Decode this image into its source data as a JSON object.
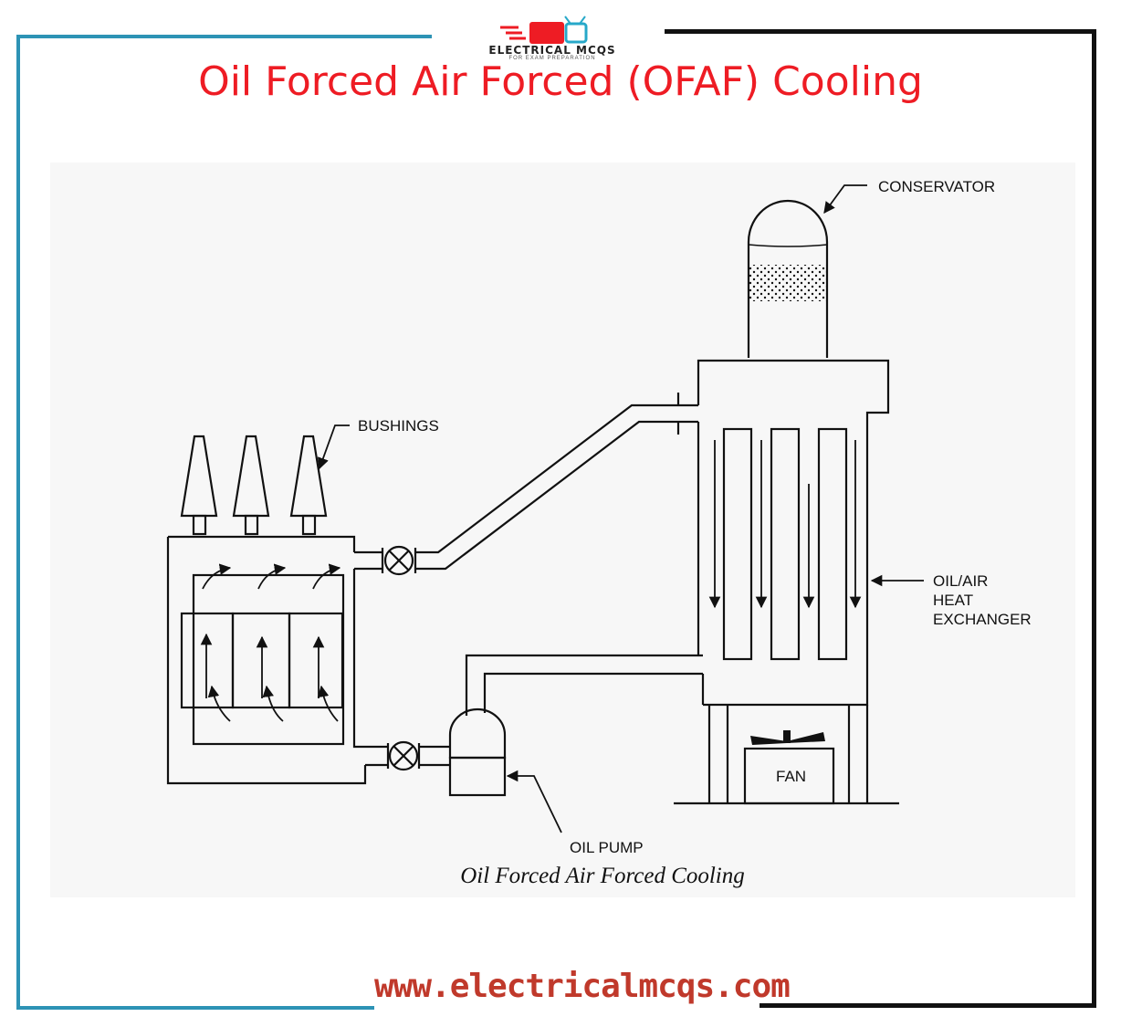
{
  "header": {
    "logo_text": "ELECTRICAL MCQS",
    "logo_subtext": "FOR EXAM PREPARATION",
    "title": "Oil Forced Air Forced (OFAF) Cooling"
  },
  "diagram": {
    "labels": {
      "conservator": "CONSERVATOR",
      "bushings": "BUSHINGS",
      "heat_exchanger_line1": "OIL/AIR",
      "heat_exchanger_line2": "HEAT",
      "heat_exchanger_line3": "EXCHANGER",
      "fan": "FAN",
      "oil_pump": "OIL PUMP"
    },
    "caption": "Oil Forced Air Forced Cooling"
  },
  "footer": {
    "website": "www.electricalmcqs.com"
  },
  "colors": {
    "title": "#ee1c24",
    "frame_blue": "#2d93b5",
    "frame_black": "#111111",
    "website": "#c0392b"
  }
}
